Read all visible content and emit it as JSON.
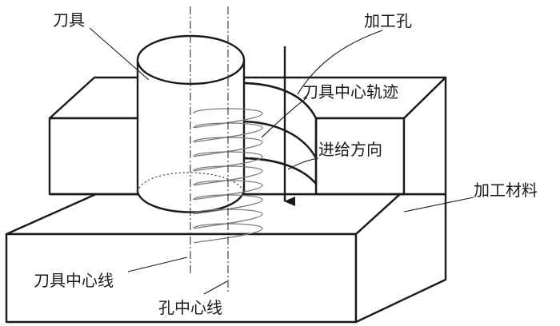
{
  "labels": {
    "tool": "刀具",
    "machined_hole": "加工孔",
    "tool_center_path": "刀具中心轨迹",
    "feed_direction": "进给方向",
    "workpiece_material": "加工材料",
    "tool_center_line": "刀具中心线",
    "hole_center_line": "孔中心线"
  },
  "helix": {
    "turns": 9
  }
}
